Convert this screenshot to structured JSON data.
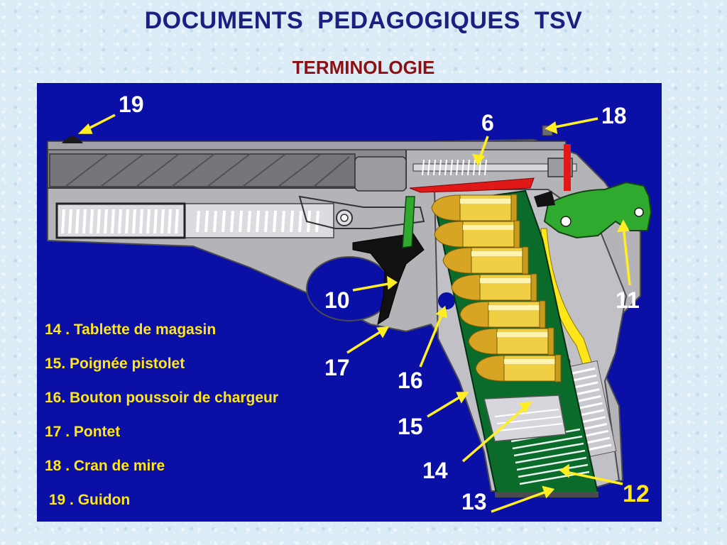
{
  "header": {
    "title": "DOCUMENTS  PEDAGOGIQUES   TSV",
    "subtitle": "TERMINOLOGIE"
  },
  "diagram": {
    "callouts": [
      {
        "id": "19",
        "label": "19"
      },
      {
        "id": "6",
        "label": "6"
      },
      {
        "id": "18",
        "label": "18"
      },
      {
        "id": "10",
        "label": "10"
      },
      {
        "id": "11",
        "label": "11"
      },
      {
        "id": "17",
        "label": "17"
      },
      {
        "id": "16",
        "label": "16"
      },
      {
        "id": "15",
        "label": "15"
      },
      {
        "id": "14",
        "label": "14"
      },
      {
        "id": "13",
        "label": "13"
      },
      {
        "id": "12",
        "label": "12"
      }
    ],
    "legend": [
      "14 . Tablette de magasin",
      "15. Poignée pistolet",
      "16. Bouton poussoir de chargeur",
      "17 . Pontet",
      "18 . Cran de mire",
      " 19 . Guidon"
    ],
    "colors": {
      "background_panel": "#0a10a6",
      "frame_gray": "#b3b3b8",
      "slide_dark": "#6a6a70",
      "magazine_green": "#0b6b2a",
      "cartridge_brass": "#e8c233",
      "hammer_green": "#2faa2f",
      "leader_yellow": "#ffee22",
      "legend_text": "#ffe51a"
    }
  }
}
